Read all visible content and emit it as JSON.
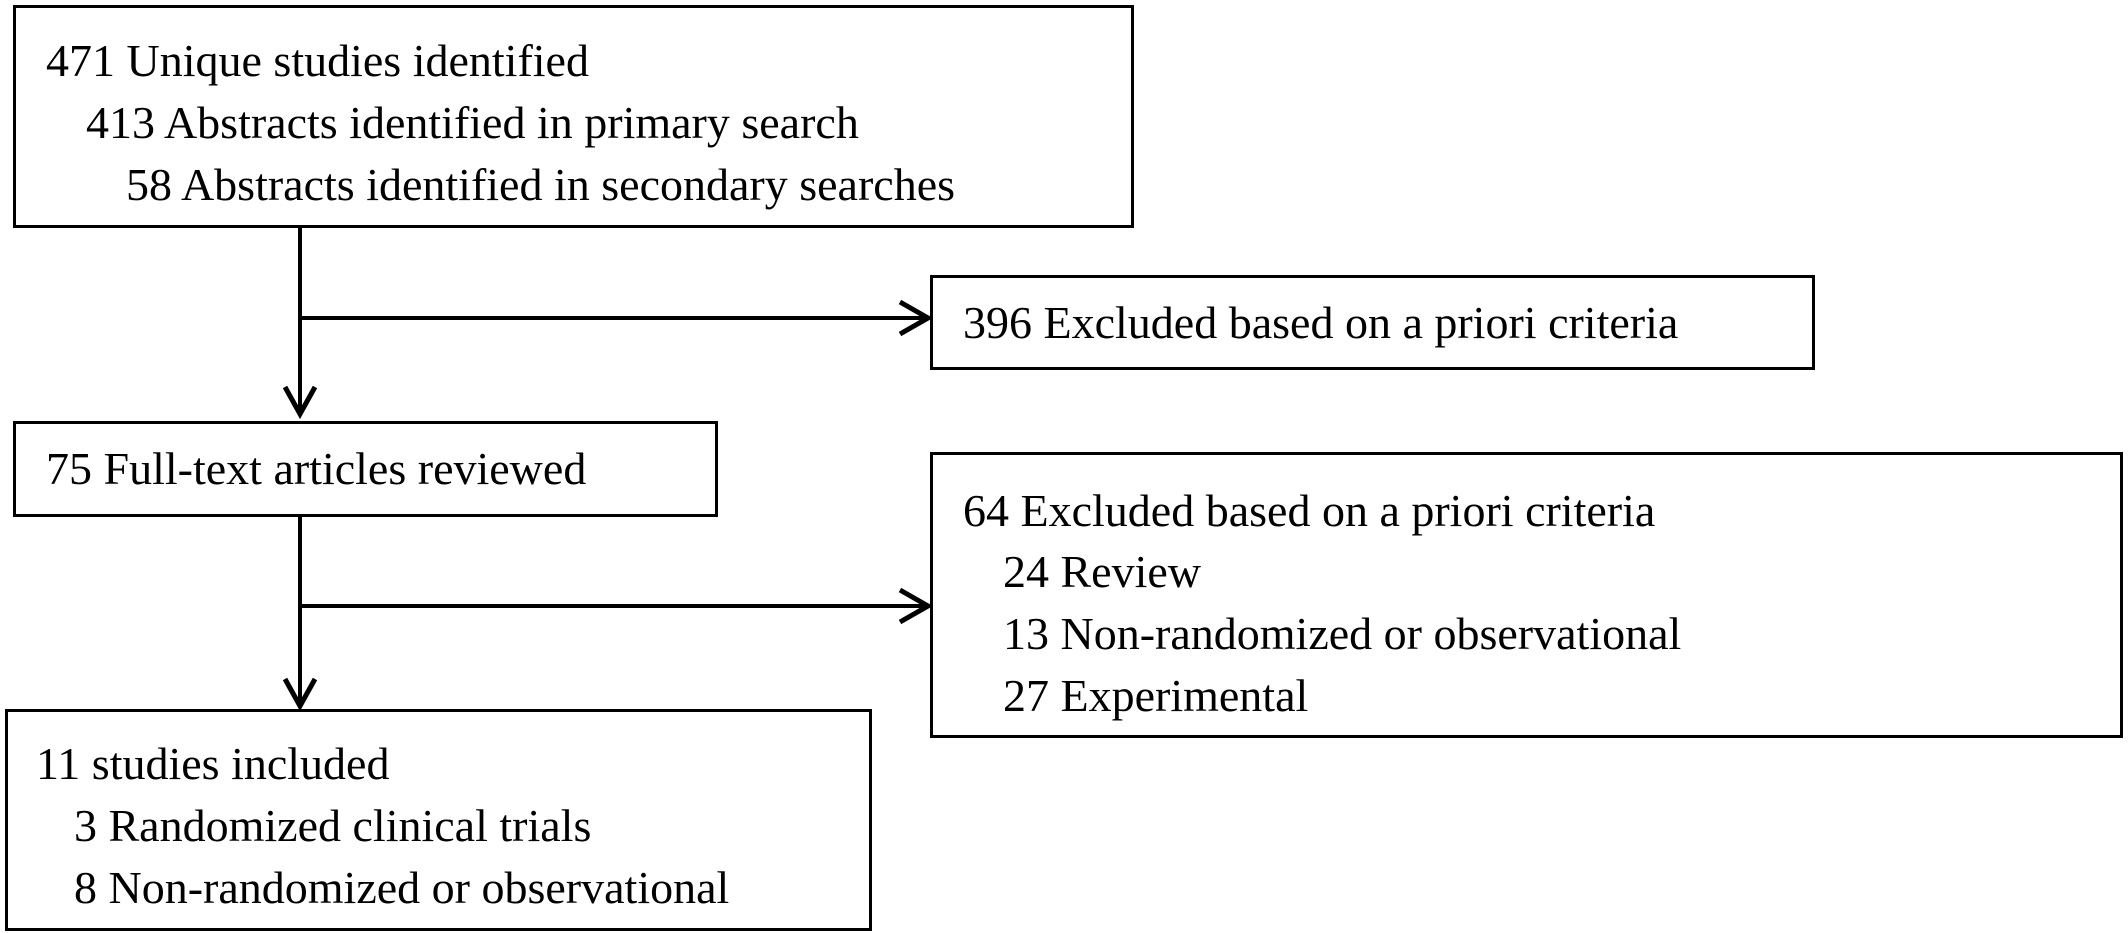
{
  "flow": {
    "identified": {
      "title": "471 Unique studies identified",
      "lines": [
        "413 Abstracts identified in primary search",
        "58 Abstracts identified in secondary searches"
      ]
    },
    "excluded_first": {
      "title": "396 Excluded based on a priori criteria"
    },
    "reviewed": {
      "title": "75 Full-text articles reviewed"
    },
    "excluded_second": {
      "title": "64 Excluded based on a priori criteria",
      "lines": [
        "24 Review",
        "13 Non-randomized or observational",
        "27 Experimental"
      ]
    },
    "included": {
      "title": "11 studies included",
      "lines": [
        "3 Randomized clinical trials",
        "8 Non-randomized or observational"
      ]
    }
  },
  "colors": {
    "stroke": "#000000",
    "background": "#ffffff"
  }
}
